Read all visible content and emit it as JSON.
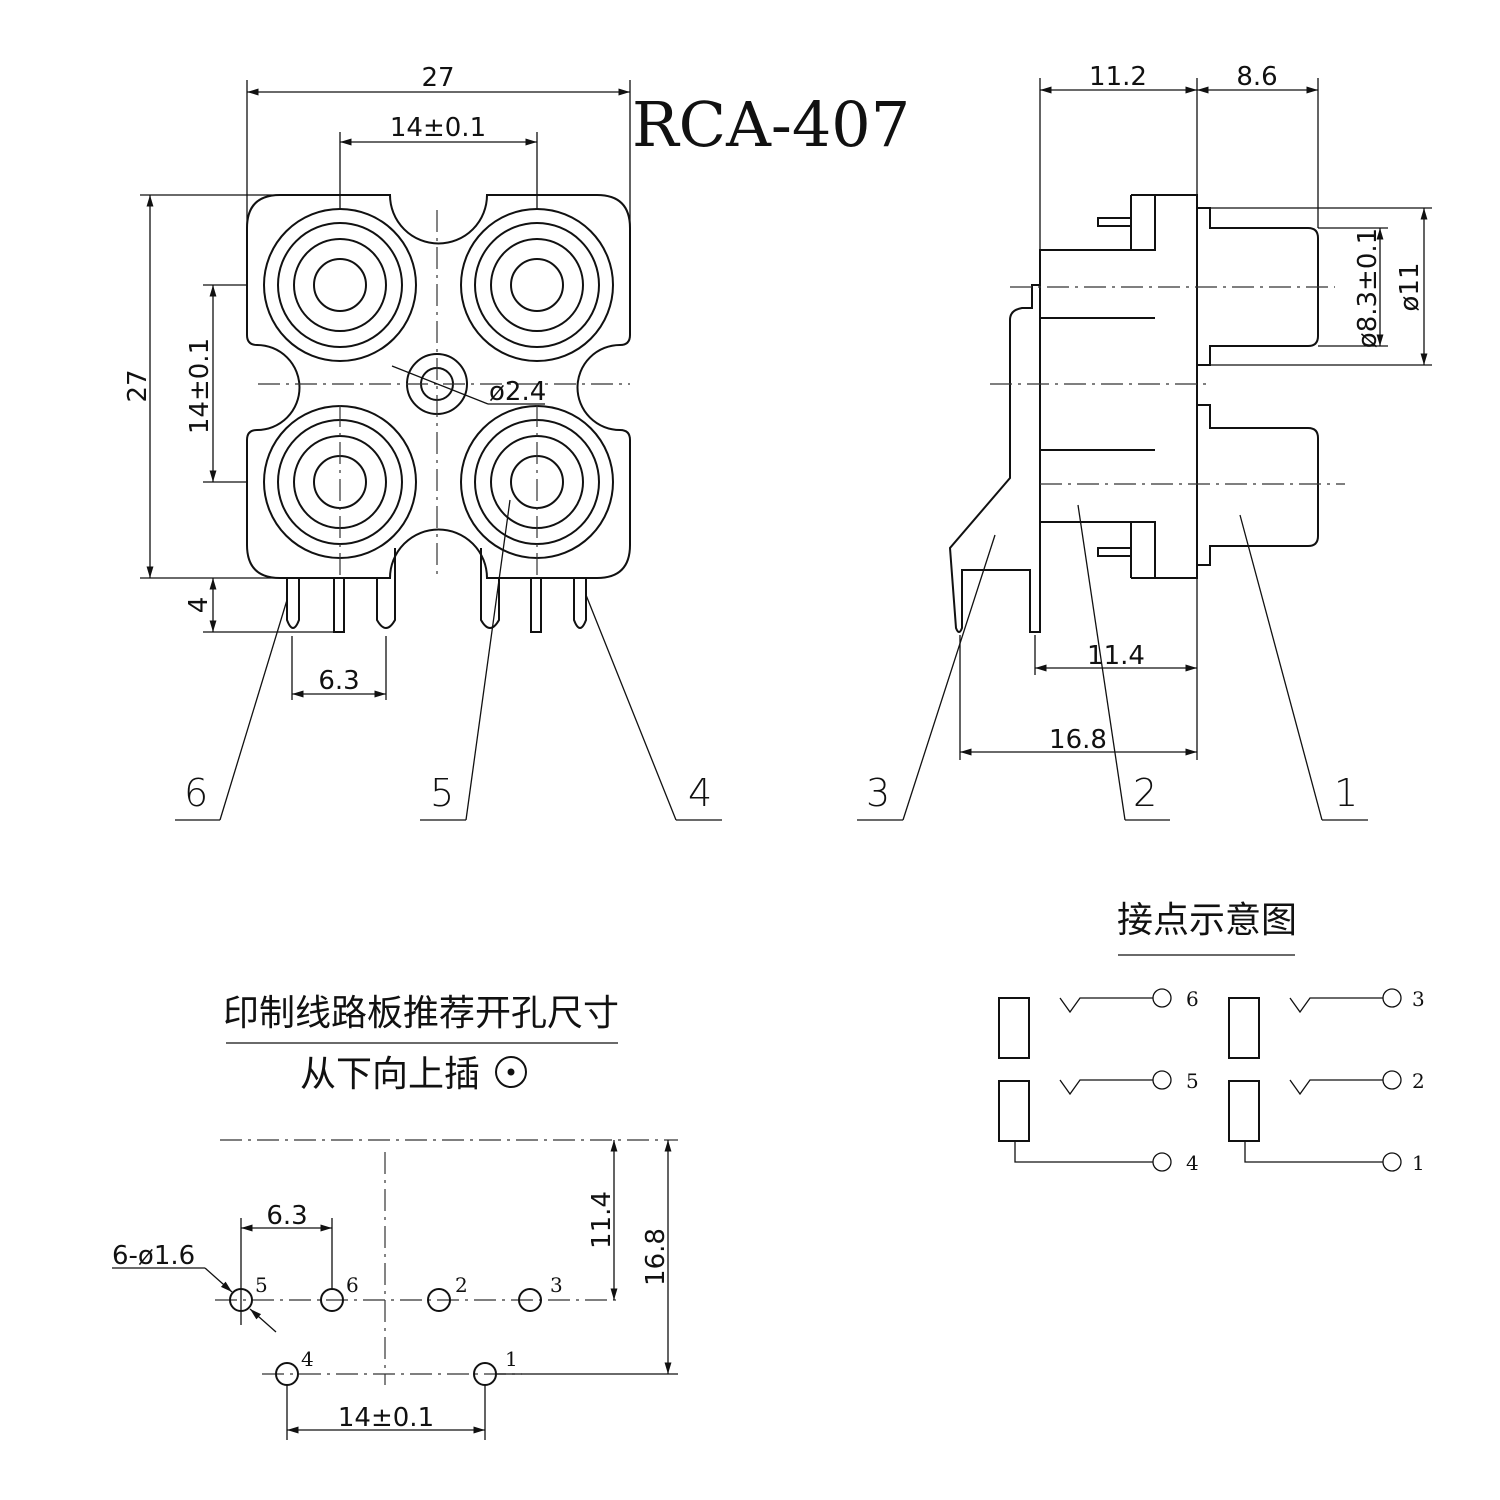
{
  "title": "RCA-407",
  "front_view": {
    "dim_width": "27",
    "dim_pitch_top": "14±0.1",
    "dim_height": "27",
    "dim_pitch_side": "14±0.1",
    "dim_hole": "ø2.4",
    "dim_pin_len": "4",
    "dim_pin_pitch": "6.3",
    "callouts": [
      "6",
      "5",
      "4"
    ]
  },
  "side_view": {
    "dim_body": "11.2",
    "dim_plug": "8.6",
    "dim_d1": "ø8.3±0.1",
    "dim_d2": "ø11",
    "dim_pcb1": "11.4",
    "dim_pcb2": "16.8",
    "callouts": [
      "3",
      "2",
      "1"
    ]
  },
  "pcb_layout": {
    "heading": "印制线路板推荐开孔尺寸",
    "subheading": "从下向上插",
    "dim_pitch": "6.3",
    "dim_holes": "6-ø1.6",
    "dim_row1": "11.4",
    "dim_row2": "16.8",
    "dim_spacing": "14±0.1",
    "hole_labels": [
      "5",
      "6",
      "2",
      "3",
      "4",
      "1"
    ]
  },
  "contact_diagram": {
    "heading": "接点示意图",
    "left_labels": [
      "6",
      "5",
      "4"
    ],
    "right_labels": [
      "3",
      "2",
      "1"
    ]
  }
}
